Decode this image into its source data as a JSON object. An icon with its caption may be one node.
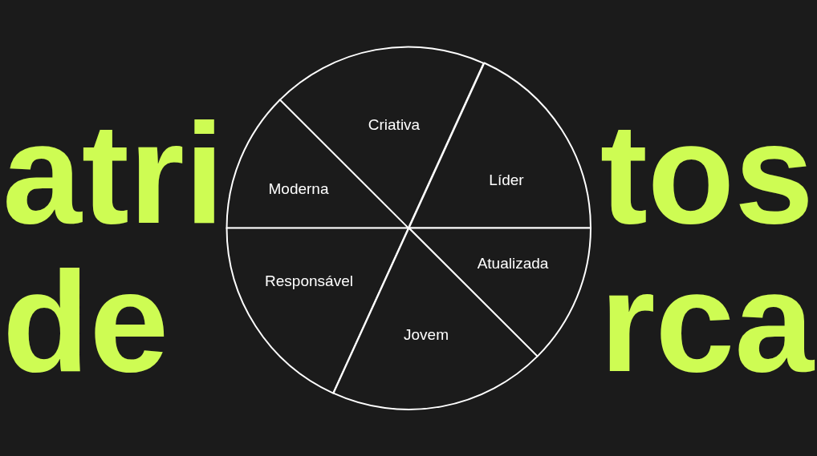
{
  "diagram": {
    "nodes": [
      {
        "text": [
          "Criativa"
        ]
      },
      {
        "text": [
          "Líder"
        ]
      },
      {
        "text": [
          "Moderna"
        ]
      },
      {
        "text": [
          "Atualizada"
        ]
      },
      {
        "text": [
          "Responsável"
        ]
      },
      {
        "text": [
          "Jovem"
        ]
      }
    ],
    "labels": [
      "atri",
      "tos",
      "de",
      "rca"
    ]
  }
}
